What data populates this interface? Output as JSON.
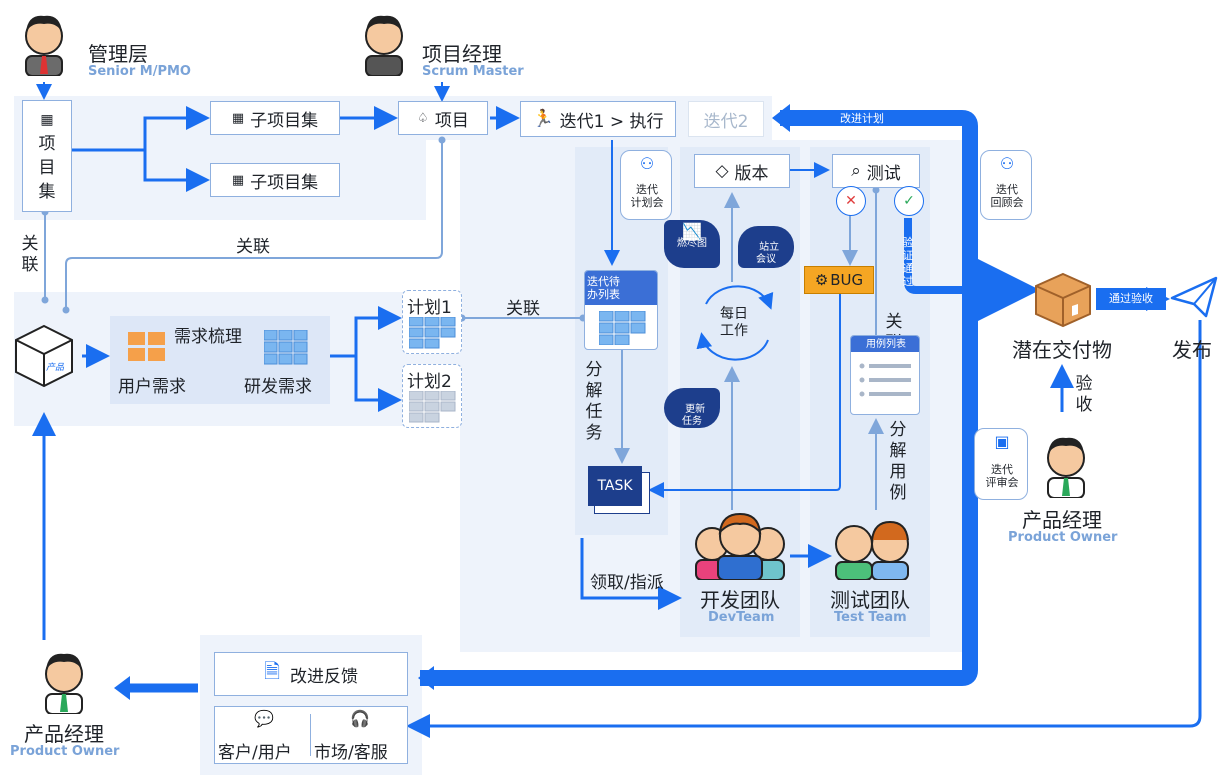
{
  "roles": {
    "management": {
      "name": "管理层",
      "en": "Senior M/PMO"
    },
    "scrum_master": {
      "name": "项目经理",
      "en": "Scrum Master"
    },
    "product_owner_right": {
      "name": "产品经理",
      "en": "Product Owner"
    },
    "product_owner_left": {
      "name": "产品经理",
      "en": "Product Owner"
    },
    "dev_team": {
      "name": "开发团队",
      "en": "DevTeam"
    },
    "test_team": {
      "name": "测试团队",
      "en": "Test Team"
    }
  },
  "top": {
    "program": "项\n目\n集",
    "subproject_1": "子项目集",
    "subproject_2": "子项目集",
    "project": "项目",
    "iteration_1": "迭代1 > 执行",
    "iteration_2": "迭代2",
    "improve_plan": "改进计划"
  },
  "relations": {
    "rel_left_vertical": "关\n联",
    "rel_top": "关联",
    "rel_middle": "关联",
    "rel_test": "关\n联"
  },
  "requirements": {
    "product_label": "产品",
    "sort_label": "需求梳理",
    "user_req": "用户需求",
    "dev_req": "研发需求",
    "plan_1": "计划1",
    "plan_2": "计划2"
  },
  "execution": {
    "plan_meeting": "迭代\n计划会",
    "backlog": "迭代待\n办列表",
    "decompose_tasks": "分\n解\n任\n务",
    "task": "TASK",
    "claim": "领取/指派",
    "burndown": "燃尽图",
    "standup": "站立\n会议",
    "daily_work": "每日\n工作",
    "update_task": "更新\n任务",
    "version": "版本",
    "test": "测试",
    "bug": "BUG",
    "case_list": "用例列表",
    "decompose_cases": "分\n解\n用\n例",
    "verify_pass": "验\n证\n通\n过"
  },
  "delivery": {
    "retro": "迭代\n回顾会",
    "review": "迭代\n评审会",
    "deliverable": "潜在交付物",
    "accept_pass": "通过验收",
    "release": "发布",
    "accept": "验\n收"
  },
  "feedback": {
    "improve_feedback": "改进反馈",
    "customer": "客户/用户",
    "market": "市场/客服"
  },
  "colors": {
    "accent": "#1a6ef0",
    "panel": "#eef3fb",
    "dark": "#1d3e8c",
    "bug": "#f5a623"
  }
}
